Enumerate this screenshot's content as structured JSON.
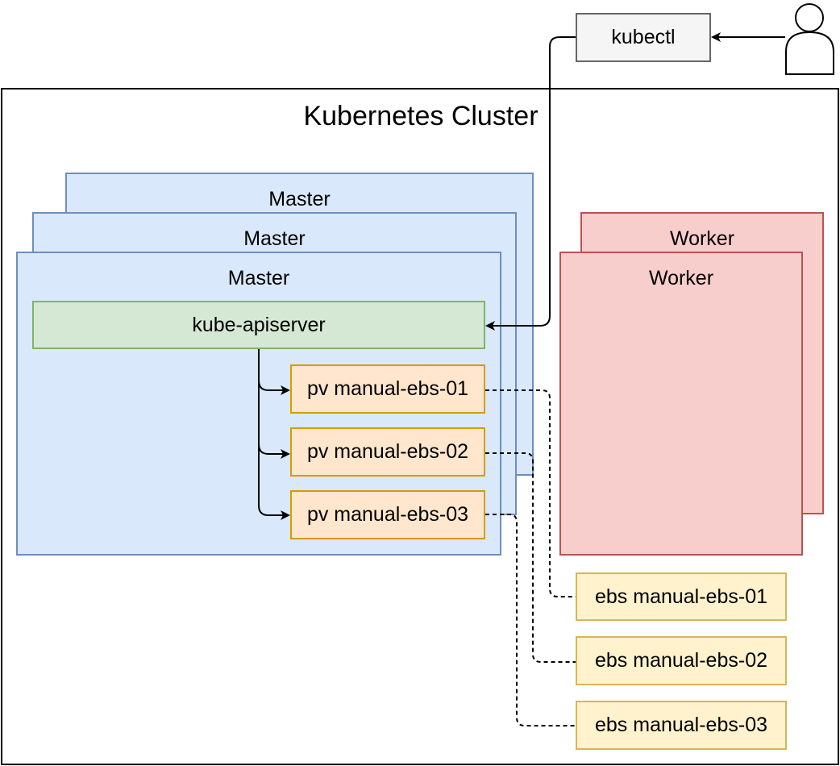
{
  "cluster": {
    "title": "Kubernetes Cluster"
  },
  "masters": [
    {
      "label": "Master"
    },
    {
      "label": "Master"
    },
    {
      "label": "Master"
    }
  ],
  "workers": [
    {
      "label": "Worker"
    },
    {
      "label": "Worker"
    }
  ],
  "apiserver": {
    "label": "kube-apiserver"
  },
  "kubectl": {
    "label": "kubectl"
  },
  "user": {
    "icon": "user-icon"
  },
  "pvs": [
    {
      "label": "pv manual-ebs-01"
    },
    {
      "label": "pv manual-ebs-02"
    },
    {
      "label": "pv manual-ebs-03"
    }
  ],
  "ebs": [
    {
      "label": "ebs manual-ebs-01"
    },
    {
      "label": "ebs manual-ebs-02"
    },
    {
      "label": "ebs manual-ebs-03"
    }
  ],
  "colors": {
    "master_fill": "#dae8fc",
    "master_stroke": "#6c8ebf",
    "worker_fill": "#f8cecc",
    "worker_stroke": "#b85450",
    "api_fill": "#d5e8d4",
    "api_stroke": "#82b366",
    "pv_fill": "#ffe6cc",
    "pv_stroke": "#d79b00",
    "ebs_fill": "#fff2cc",
    "ebs_stroke": "#d6b656",
    "kubectl_fill": "#f5f5f5",
    "kubectl_stroke": "#666666"
  }
}
